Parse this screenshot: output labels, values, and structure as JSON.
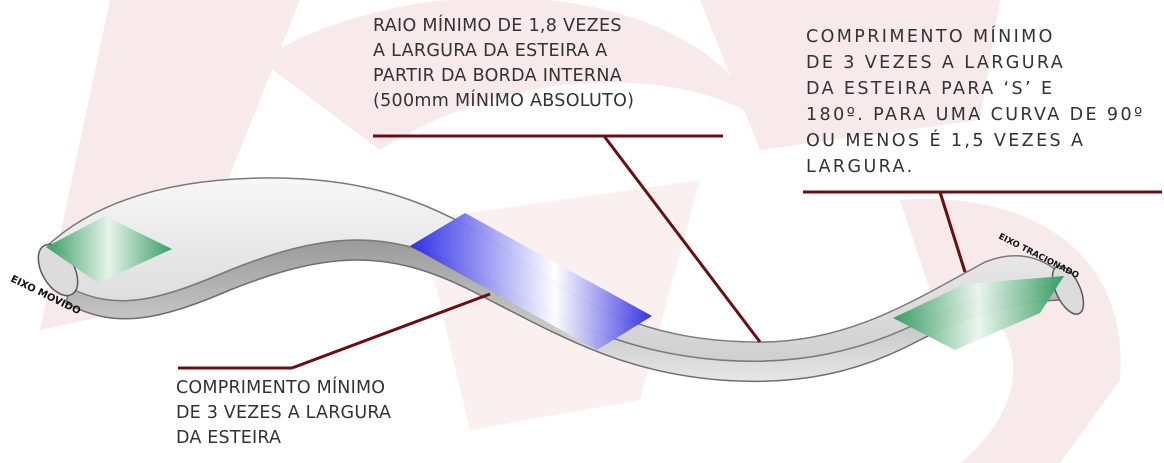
{
  "annotations": {
    "radius": "RAIO MÍNIMO DE 1,8 VEZES\nA LARGURA DA ESTEIRA A\nPARTIR DA BORDA INTERNA\n(500mm MÍNIMO ABSOLUTO)",
    "top_right": "COMPRIMENTO MÍNIMO\nDE 3 VEZES A LARGURA\nDA ESTEIRA PARA ‘S’ E\n180º. PARA UMA CURVA DE 90º\nOU MENOS É 1,5 VEZES A\nLARGURA.",
    "bottom": "COMPRIMENTO MÍNIMO\nDE 3 VEZES A LARGURA\nDA ESTEIRA"
  },
  "labels": {
    "driven_shaft": "EIXO MOVIDO",
    "drive_shaft": "EIXO TRACIONADO"
  },
  "colors": {
    "leader_line": "#6b0d14",
    "belt_light": "#f5f5f5",
    "belt_mid": "#d8d8d8",
    "belt_edge": "#6e6e6e",
    "zone_green": "#2e9a5c",
    "zone_blue": "#2a2ae0",
    "watermark": "#f8e9ea"
  }
}
